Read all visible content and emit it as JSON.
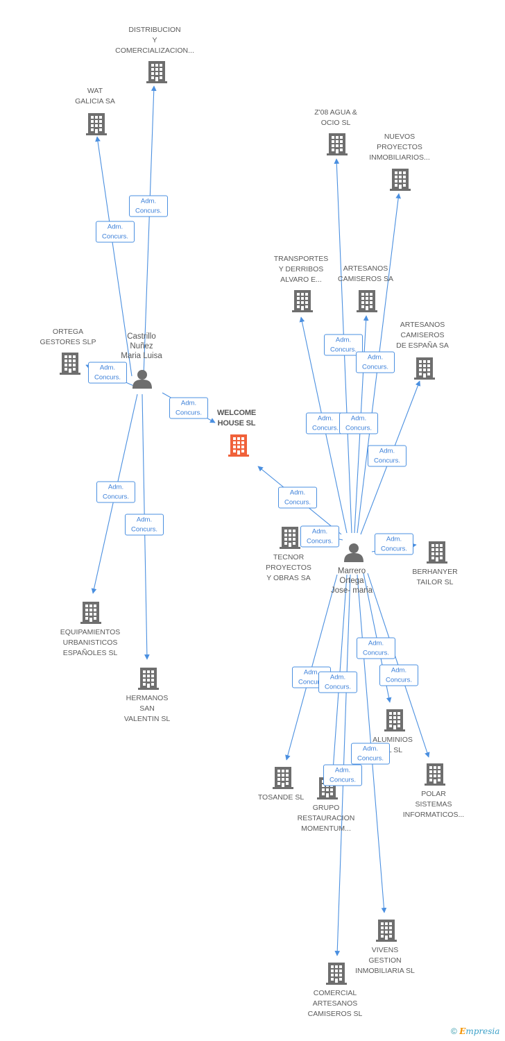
{
  "nodes": [
    {
      "id": "distribucion",
      "type": "company",
      "label": "DISTRIBUCION\nY\nCOMERCIALIZACION..."
    },
    {
      "id": "wat",
      "type": "company",
      "label": "WAT\nGALICIA SA"
    },
    {
      "id": "ortega_gestores",
      "type": "company",
      "label": "ORTEGA\nGESTORES SLP"
    },
    {
      "id": "castrillo",
      "type": "person",
      "label": "Castrillo\nNuñez\nMaria Luisa"
    },
    {
      "id": "welcome",
      "type": "focus",
      "label": "WELCOME\nHOUSE SL"
    },
    {
      "id": "equipamientos",
      "type": "company",
      "label": "EQUIPAMIENTOS\nURBANISTICOS\nESPAÑOLES SL"
    },
    {
      "id": "hermanos",
      "type": "company",
      "label": "HERMANOS\nSAN\nVALENTIN SL"
    },
    {
      "id": "z08",
      "type": "company",
      "label": "Z'08 AGUA &\nOCIO SL"
    },
    {
      "id": "nuevos",
      "type": "company",
      "label": "NUEVOS\nPROYECTOS\nINMOBILIARIOS..."
    },
    {
      "id": "transportes",
      "type": "company",
      "label": "TRANSPORTES\nY DERRIBOS\nALVARO E..."
    },
    {
      "id": "artesanos_camiseros",
      "type": "company",
      "label": "ARTESANOS\nCAMISEROS SA"
    },
    {
      "id": "artesanos_espana",
      "type": "company",
      "label": "ARTESANOS\nCAMISEROS\nDE ESPAÑA SA"
    },
    {
      "id": "tecnor",
      "type": "company",
      "label": "TECNOR\nPROYECTOS\nY OBRAS SA"
    },
    {
      "id": "marrero",
      "type": "person",
      "label": "Marrero\nOrtega\nJose- maria"
    },
    {
      "id": "berhanyer",
      "type": "company",
      "label": "BERHANYER\nTAILOR SL"
    },
    {
      "id": "aluminios",
      "type": "company",
      "label": "ALUMINIOS\nAL SL"
    },
    {
      "id": "polar",
      "type": "company",
      "label": "POLAR\nSISTEMAS\nINFORMATICOS..."
    },
    {
      "id": "tosande",
      "type": "company",
      "label": "TOSANDE SL"
    },
    {
      "id": "grupo",
      "type": "company",
      "label": "GRUPO\nRESTAURACION\nMOMENTUM..."
    },
    {
      "id": "vivens",
      "type": "company",
      "label": "VIVENS\nGESTION\nINMOBILIARIA SL"
    },
    {
      "id": "comercial",
      "type": "company",
      "label": "COMERCIAL\nARTESANOS\nCAMISEROS SL"
    }
  ],
  "edges": [
    {
      "from": "castrillo",
      "to": "distribucion",
      "role": [
        "Adm.",
        "Concurs."
      ]
    },
    {
      "from": "castrillo",
      "to": "wat",
      "role": [
        "Adm.",
        "Concurs."
      ]
    },
    {
      "from": "castrillo",
      "to": "ortega_gestores",
      "role": [
        "Adm.",
        "Concurs."
      ]
    },
    {
      "from": "castrillo",
      "to": "welcome",
      "role": [
        "Adm.",
        "Concurs."
      ]
    },
    {
      "from": "castrillo",
      "to": "equipamientos",
      "role": [
        "Adm.",
        "Concurs."
      ]
    },
    {
      "from": "castrillo",
      "to": "hermanos",
      "role": [
        "Adm.",
        "Concurs."
      ]
    },
    {
      "from": "marrero",
      "to": "welcome",
      "role": [
        "Adm.",
        "Concurs."
      ]
    },
    {
      "from": "marrero",
      "to": "z08",
      "role": [
        "Adm.",
        "Concurs."
      ]
    },
    {
      "from": "marrero",
      "to": "nuevos",
      "role": [
        "Adm.",
        "Concurs."
      ]
    },
    {
      "from": "marrero",
      "to": "transportes",
      "role": [
        "Adm.",
        "Concurs."
      ]
    },
    {
      "from": "marrero",
      "to": "artesanos_camiseros",
      "role": [
        "Adm.",
        "Concurs."
      ]
    },
    {
      "from": "marrero",
      "to": "artesanos_espana",
      "role": [
        "Adm.",
        "Concurs."
      ]
    },
    {
      "from": "marrero",
      "to": "tecnor",
      "role": [
        "Adm.",
        "Concurs."
      ]
    },
    {
      "from": "marrero",
      "to": "berhanyer",
      "role": [
        "Adm.",
        "Concurs."
      ]
    },
    {
      "from": "marrero",
      "to": "aluminios",
      "role": [
        "Adm.",
        "Concurs."
      ]
    },
    {
      "from": "marrero",
      "to": "polar",
      "role": [
        "Adm.",
        "Concurs."
      ]
    },
    {
      "from": "marrero",
      "to": "tosande",
      "role": [
        "Adm.",
        "Concurs."
      ]
    },
    {
      "from": "marrero",
      "to": "grupo",
      "role": [
        "Adm.",
        "Concurs."
      ]
    },
    {
      "from": "marrero",
      "to": "vivens",
      "role": [
        "Adm.",
        "Concurs."
      ]
    },
    {
      "from": "marrero",
      "to": "comercial",
      "role": [
        "Adm.",
        "Concurs."
      ]
    }
  ],
  "colors": {
    "edge": "#4a8fe0",
    "company": "#6e6e6e",
    "focus": "#f0613a",
    "person": "#6e6e6e"
  },
  "footer": {
    "copyright": "©",
    "brand_initial": "E",
    "brand_rest": "mpresia"
  }
}
